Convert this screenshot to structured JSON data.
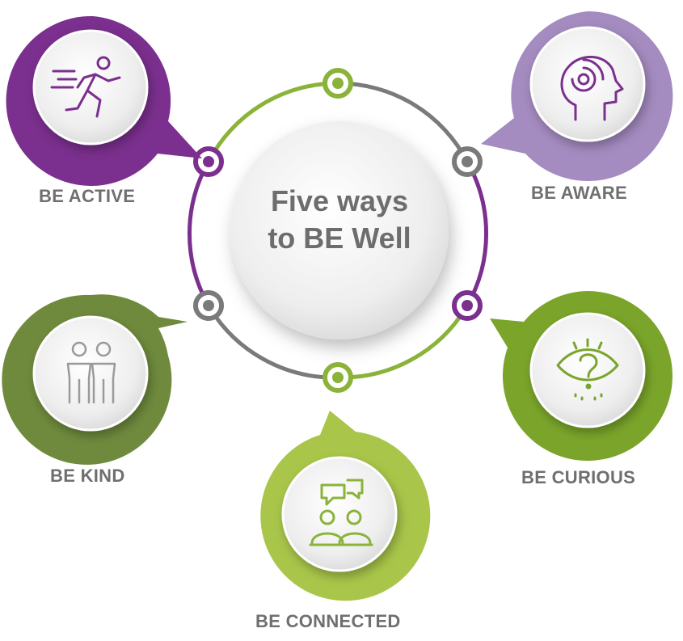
{
  "title": {
    "line1": "Five ways",
    "line2": "to BE Well"
  },
  "ways": [
    {
      "label": "BE ACTIVE",
      "icon": "running-person-icon",
      "color": "#7b2f8e"
    },
    {
      "label": "BE AWARE",
      "icon": "mind-head-icon",
      "color": "#a48bc0"
    },
    {
      "label": "BE KIND",
      "icon": "two-people-icon",
      "color": "#6f8a3d"
    },
    {
      "label": "BE CURIOUS",
      "icon": "curious-eye-icon",
      "color": "#7aa52a"
    },
    {
      "label": "BE CONNECTED",
      "icon": "chat-people-icon",
      "color": "#a9c64a"
    }
  ],
  "colors": {
    "ring_gray": "#7a7a7a",
    "ring_green": "#8bb33a",
    "ring_purple": "#7b2f8e",
    "label_gray": "#6f6f6f"
  }
}
